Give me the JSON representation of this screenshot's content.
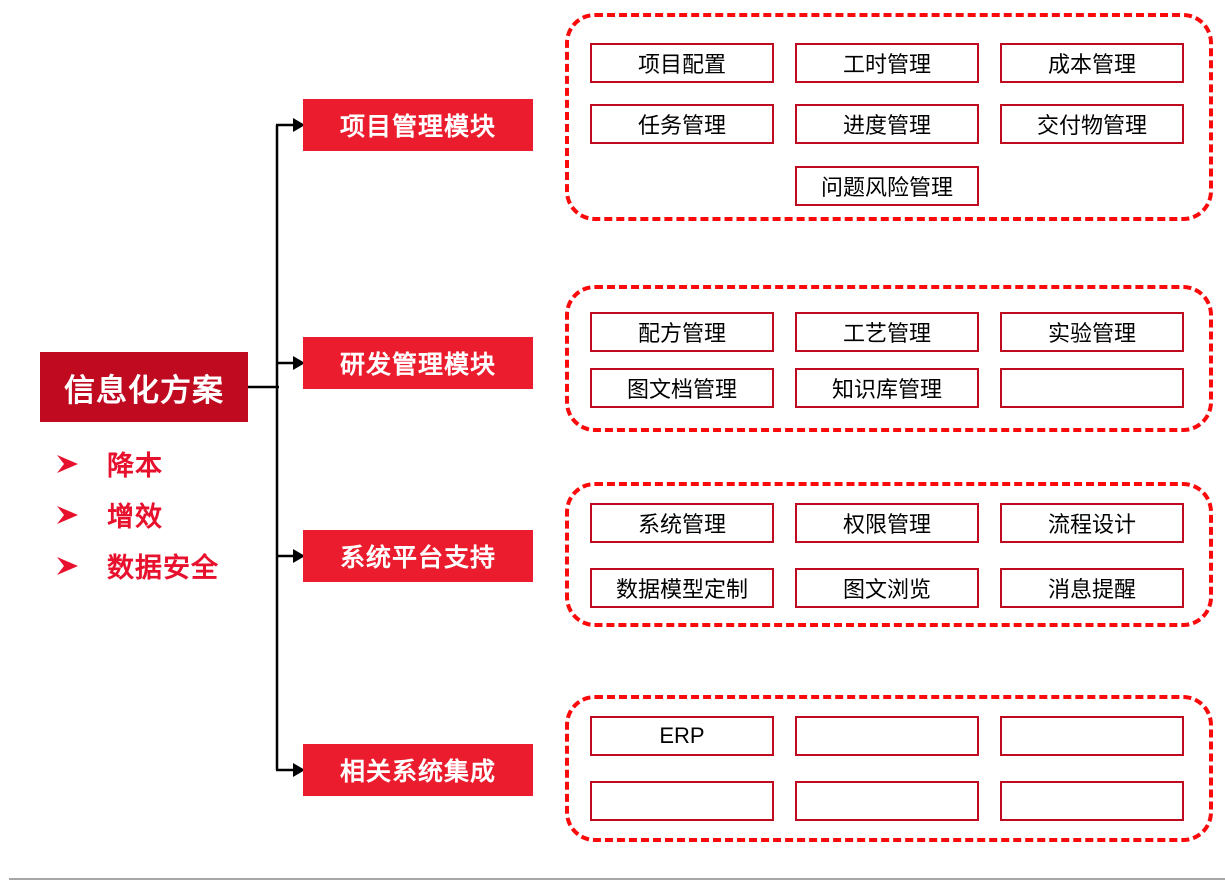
{
  "colors": {
    "root_fill": "#C00A20",
    "root_text": "#FFFFFF",
    "module_fill": "#EB1C2D",
    "module_text": "#FFFFFF",
    "group_border": "#FA0A0A",
    "item_border": "#C00A20",
    "item_text": "#000000",
    "bullet_text": "#E8112D",
    "connector": "#000000",
    "divider": "#A6A6A6"
  },
  "root": {
    "label": "信息化方案"
  },
  "bullets": [
    {
      "icon": "right-arrowhead-icon",
      "label": "降本"
    },
    {
      "icon": "right-arrowhead-icon",
      "label": "增效"
    },
    {
      "icon": "right-arrowhead-icon",
      "label": "数据安全"
    }
  ],
  "modules": [
    {
      "label": "项目管理模块",
      "items": [
        {
          "label": "项目配置"
        },
        {
          "label": "工时管理"
        },
        {
          "label": "成本管理"
        },
        {
          "label": "任务管理"
        },
        {
          "label": "进度管理"
        },
        {
          "label": "交付物管理"
        },
        {
          "label": "问题风险管理"
        }
      ]
    },
    {
      "label": "研发管理模块",
      "items": [
        {
          "label": "配方管理"
        },
        {
          "label": "工艺管理"
        },
        {
          "label": "实验管理"
        },
        {
          "label": "图文档管理"
        },
        {
          "label": "知识库管理"
        },
        {
          "label": ""
        }
      ]
    },
    {
      "label": "系统平台支持",
      "items": [
        {
          "label": "系统管理"
        },
        {
          "label": "权限管理"
        },
        {
          "label": "流程设计"
        },
        {
          "label": "数据模型定制"
        },
        {
          "label": "图文浏览"
        },
        {
          "label": "消息提醒"
        }
      ]
    },
    {
      "label": "相关系统集成",
      "items": [
        {
          "label": "ERP"
        },
        {
          "label": ""
        },
        {
          "label": ""
        },
        {
          "label": ""
        },
        {
          "label": ""
        },
        {
          "label": ""
        }
      ]
    }
  ]
}
